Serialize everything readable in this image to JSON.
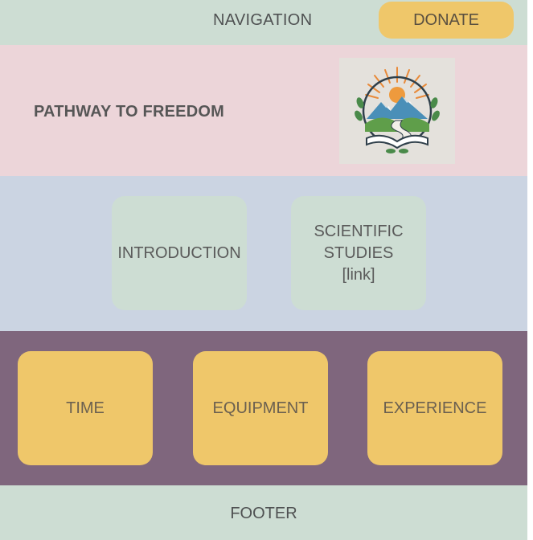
{
  "navigation": {
    "label": "NAVIGATION",
    "donate_label": "DONATE"
  },
  "hero": {
    "title": "PATHWAY TO FREEDOM",
    "logo_icon": "sun-mountains-path-book-logo"
  },
  "links": {
    "introduction": "INTRODUCTION",
    "scientific_line1": "SCIENTIFIC",
    "scientific_line2": "STUDIES",
    "scientific_line3": "[link]"
  },
  "cards": [
    {
      "label": "TIME"
    },
    {
      "label": "EQUIPMENT"
    },
    {
      "label": "EXPERIENCE"
    }
  ],
  "footer": {
    "label": "FOOTER"
  },
  "colors": {
    "nav_bg": "#cdddd3",
    "hero_bg": "#ecd5d9",
    "links_bg": "#cbd4e2",
    "cards_bg": "#7f667d",
    "accent": "#efc76a"
  }
}
